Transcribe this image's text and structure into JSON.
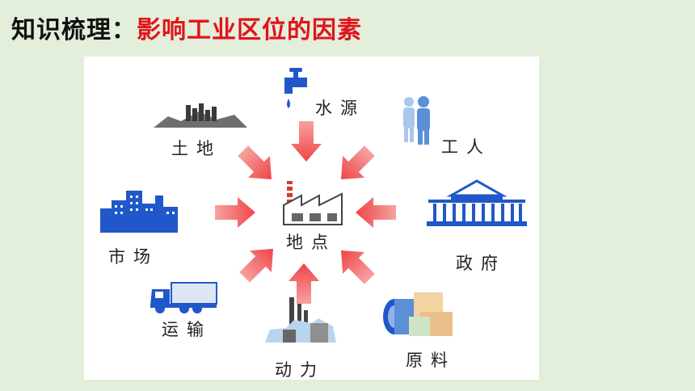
{
  "title": {
    "prefix": "知识梳理：",
    "topic": "影响工业区位的因素"
  },
  "diagram": {
    "center": {
      "label": "地点",
      "icon": "factory-icon"
    },
    "factors": [
      {
        "key": "water",
        "label": "水源",
        "icon": "faucet-icon"
      },
      {
        "key": "workers",
        "label": "工人",
        "icon": "workers-icon"
      },
      {
        "key": "government",
        "label": "政府",
        "icon": "government-building-icon"
      },
      {
        "key": "raw_materials",
        "label": "原料",
        "icon": "raw-materials-icon"
      },
      {
        "key": "power",
        "label": "动力",
        "icon": "power-plant-icon"
      },
      {
        "key": "transport",
        "label": "运输",
        "icon": "truck-icon"
      },
      {
        "key": "market",
        "label": "市场",
        "icon": "city-icon"
      },
      {
        "key": "land",
        "label": "土地",
        "icon": "land-icon"
      }
    ],
    "colors": {
      "arrow": "#f0575a",
      "icon_blue": "#2157c9",
      "title_red": "#e0141b"
    }
  }
}
